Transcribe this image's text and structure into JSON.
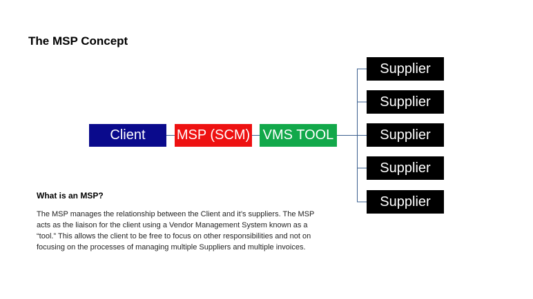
{
  "title": "The MSP Concept",
  "diagram": {
    "client_label": "Client",
    "msp_label": "MSP (SCM)",
    "vms_label": "VMS TOOL",
    "suppliers": [
      "Supplier",
      "Supplier",
      "Supplier",
      "Supplier",
      "Supplier"
    ],
    "colors": {
      "client": "#0a0a8c",
      "msp": "#ee1111",
      "vms": "#12a84a",
      "supplier": "#000000",
      "connector": "#3a5f8f"
    }
  },
  "info": {
    "heading": "What is an MSP?",
    "description": "The MSP manages the relationship between the Client and it’s suppliers. The MSP acts as the liaison for the client using a Vendor Management System known as a “tool.” This allows the client to be free to focus on other responsibilities and not on focusing on the processes of managing multiple Suppliers and multiple invoices."
  }
}
